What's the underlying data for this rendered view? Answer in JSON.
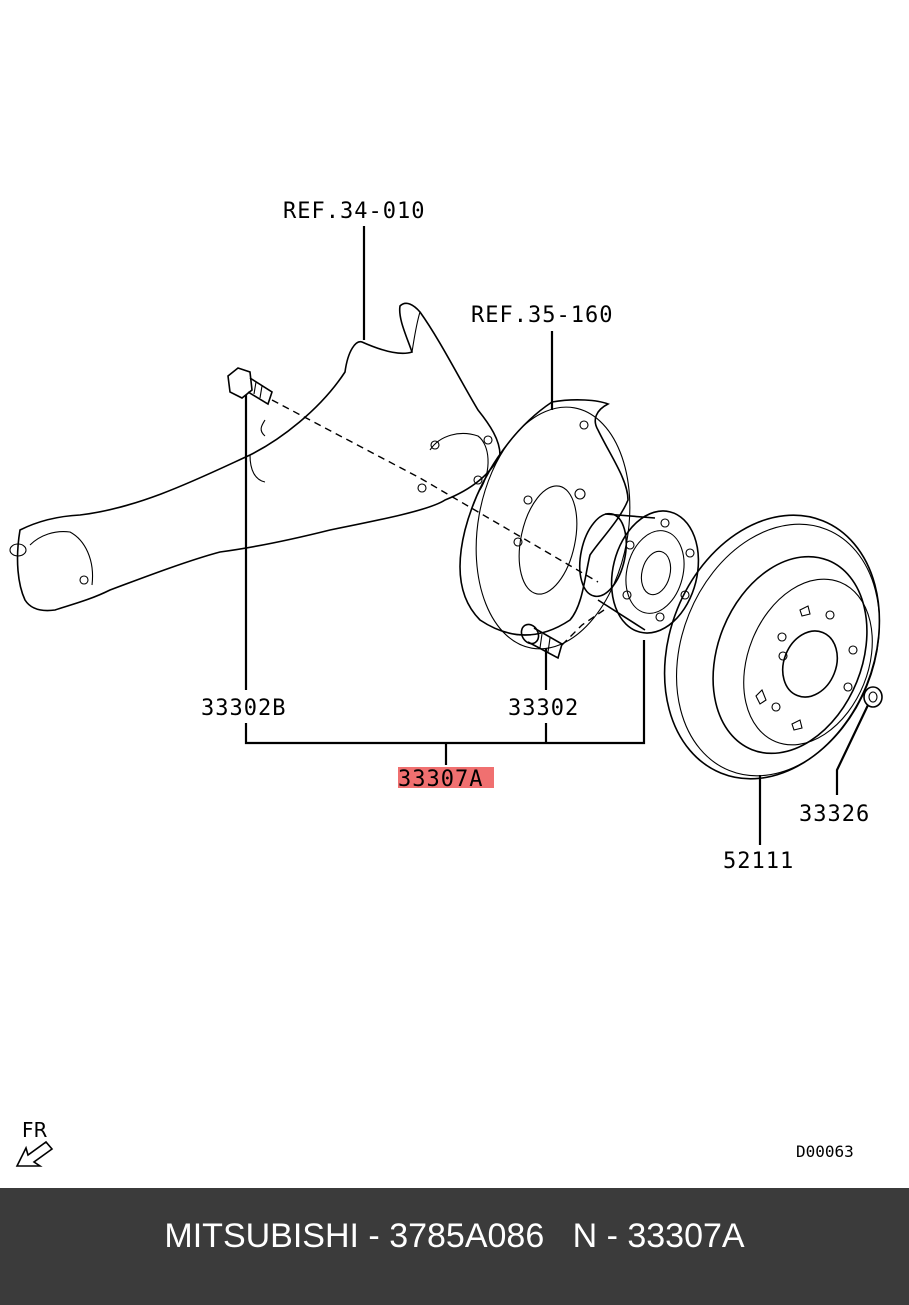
{
  "diagram": {
    "labels": {
      "ref_knuckle": "REF.34-010",
      "ref_backing_plate": "REF.35-160",
      "bolt": "33302B",
      "hub_bolt": "33302",
      "hub_assembly": "33307A",
      "wheel_nut": "33326",
      "brake_disc": "52111"
    },
    "highlight_color": "#f07070",
    "direction": "FR",
    "direction_icon": "arrow-front-left-icon",
    "drawing_code": "D00063"
  },
  "footer": {
    "text": "MITSUBISHI - 3785A086   N - 33307A"
  }
}
